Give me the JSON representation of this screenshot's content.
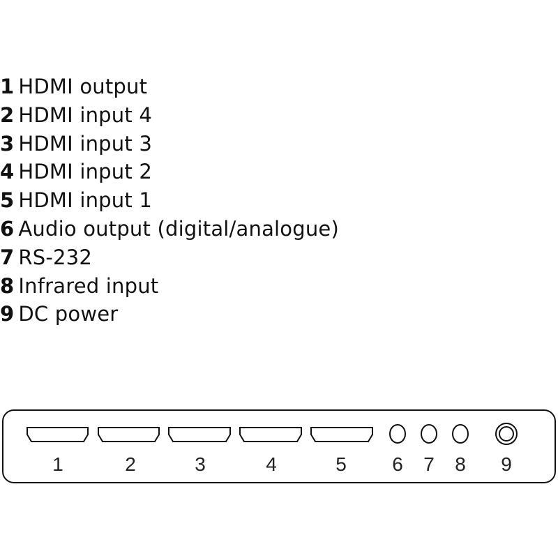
{
  "legend": [
    {
      "num": "1",
      "label": "HDMI output"
    },
    {
      "num": "2",
      "label": "HDMI input 4"
    },
    {
      "num": "3",
      "label": "HDMI input 3"
    },
    {
      "num": "4",
      "label": "HDMI input 2"
    },
    {
      "num": "5",
      "label": "HDMI input 1"
    },
    {
      "num": "6",
      "label": "Audio output (digital/analogue)"
    },
    {
      "num": "7",
      "label": "RS-232"
    },
    {
      "num": "8",
      "label": "Infrared input"
    },
    {
      "num": "9",
      "label": "DC power"
    }
  ],
  "panel": {
    "port_numbers": [
      "1",
      "2",
      "3",
      "4",
      "5",
      "6",
      "7",
      "8",
      "9"
    ]
  }
}
